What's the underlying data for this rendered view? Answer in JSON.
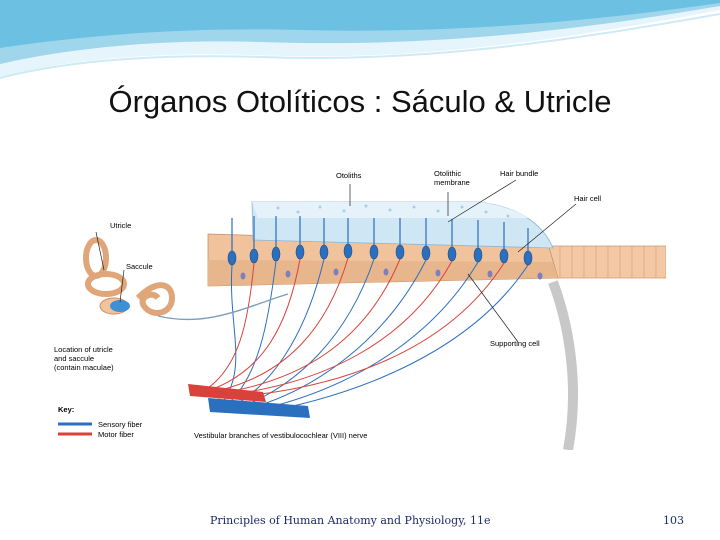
{
  "slide": {
    "title": "Órganos Otolíticos : Sáculo & Utricle",
    "footer": "Principles of Human Anatomy and Physiology, 11e",
    "page_number": "103"
  },
  "figure": {
    "labels": {
      "otoliths": "Otoliths",
      "otolithic_membrane_line1": "Otolithic",
      "otolithic_membrane_line2": "membrane",
      "hair_bundle": "Hair bundle",
      "hair_cell": "Hair cell",
      "supporting_cell": "Supporting cell",
      "utricle": "Utricle",
      "saccule": "Saccule",
      "location_line1": "Location of utricle",
      "location_line2": "and saccule",
      "location_line3": "(contain maculae)",
      "nerve": "Vestibular branches of vestibulocochlear (VIII) nerve"
    },
    "key": {
      "title": "Key:",
      "items": [
        {
          "label": "Sensory fiber",
          "color": "#2b6fbf"
        },
        {
          "label": "Motor fiber",
          "color": "#d9423a"
        }
      ]
    }
  },
  "colors": {
    "header_wave": "#7fc8e6",
    "header_wave_light": "#cfeaf5",
    "footer_text": "#1a2a6e",
    "sensory": "#2b6fbf",
    "motor": "#d9423a"
  }
}
